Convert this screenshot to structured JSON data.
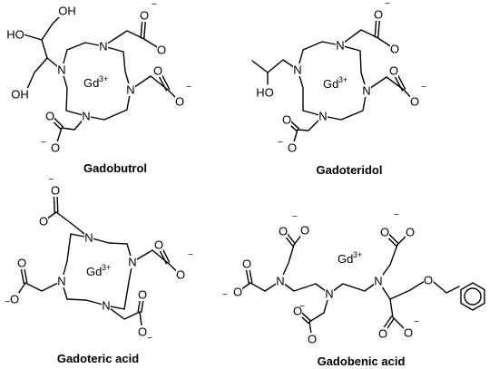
{
  "labels": {
    "N": "N",
    "O": "O",
    "OH": "OH",
    "HO": "HO",
    "metal": "Gd",
    "metal_charge": "3+",
    "minus": "−"
  },
  "compounds": [
    {
      "name": "Gadobutrol"
    },
    {
      "name": "Gadoteridol"
    },
    {
      "name": "Gadoteric acid"
    },
    {
      "name": "Gadobenic acid"
    }
  ]
}
